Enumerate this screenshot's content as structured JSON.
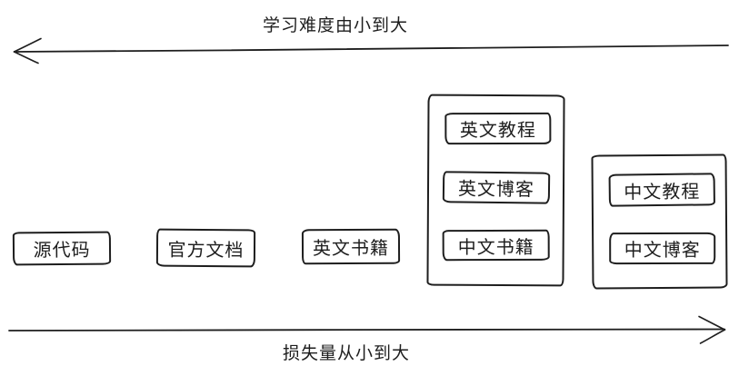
{
  "axes": {
    "top": {
      "label": "学习难度由小到大",
      "direction": "left"
    },
    "bottom": {
      "label": "损失量从小到大",
      "direction": "right"
    }
  },
  "standalone_boxes": [
    {
      "id": "source-code",
      "label": "源代码"
    },
    {
      "id": "official-docs",
      "label": "官方文档"
    },
    {
      "id": "english-books",
      "label": "英文书籍"
    }
  ],
  "groups": [
    {
      "id": "group-english-resources",
      "items": [
        {
          "label": "英文教程"
        },
        {
          "label": "英文博客"
        },
        {
          "label": "中文书籍"
        }
      ]
    },
    {
      "id": "group-chinese-resources",
      "items": [
        {
          "label": "中文教程"
        },
        {
          "label": "中文博客"
        }
      ]
    }
  ],
  "colors": {
    "stroke": "#1e1e1e",
    "background": "#ffffff"
  }
}
